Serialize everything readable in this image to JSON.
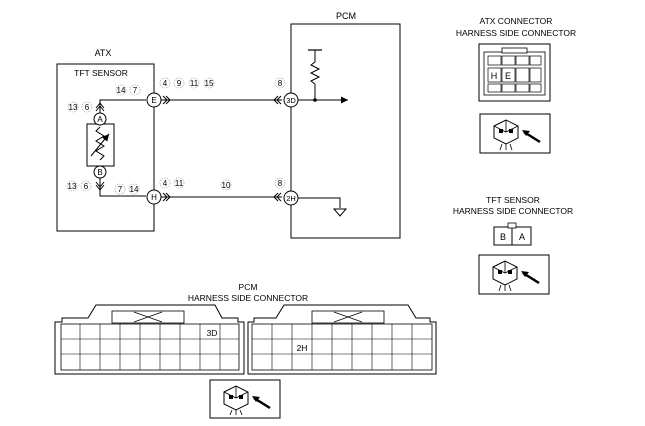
{
  "atx": {
    "title": "ATX",
    "sensor_label": "TFT SENSOR",
    "terminal_e": "E",
    "terminal_h": "H",
    "terminal_a": "A",
    "terminal_b": "B",
    "callouts_top_left": [
      "13",
      "6"
    ],
    "callouts_top_right": [
      "14",
      "7"
    ],
    "callouts_bottom_left": [
      "13",
      "6"
    ],
    "callouts_bottom_right": [
      "7",
      "14"
    ]
  },
  "wire_e": {
    "callouts": [
      "4",
      "9",
      "11",
      "15"
    ],
    "pcm_callout": "8"
  },
  "wire_h": {
    "callouts": [
      "4",
      "11"
    ],
    "mid_callout": "10",
    "pcm_callout": "8"
  },
  "pcm": {
    "title": "PCM",
    "terminal_3d": "3D",
    "terminal_2h": "2H"
  },
  "atx_connector": {
    "title_line1": "ATX CONNECTOR",
    "title_line2": "HARNESS SIDE CONNECTOR",
    "pin_h": "H",
    "pin_e": "E"
  },
  "tft_connector": {
    "title_line1": "TFT SENSOR",
    "title_line2": "HARNESS SIDE CONNECTOR",
    "pin_b": "B",
    "pin_a": "A"
  },
  "pcm_connector": {
    "title_line1": "PCM",
    "title_line2": "HARNESS SIDE CONNECTOR",
    "label_3d": "3D",
    "label_2h": "2H"
  },
  "icons": [
    "connector-view-icon",
    "ground-icon",
    "resistor-icon",
    "thermistor-icon",
    "arrow-icon"
  ]
}
